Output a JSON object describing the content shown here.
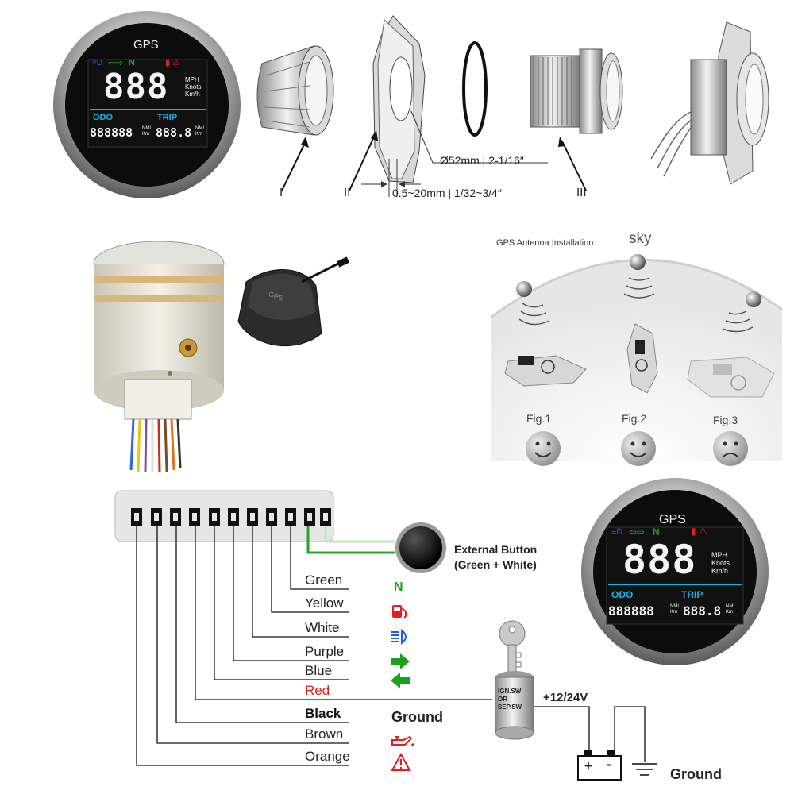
{
  "gauge": {
    "title": "GPS",
    "digits": "888",
    "units": [
      "MPH",
      "Knots",
      "Km/h"
    ],
    "odo_label": "ODO",
    "trip_label": "TRIP",
    "odo_digits": "888888",
    "trip_digits": "888.8",
    "dist_units": [
      "NMI",
      "Km"
    ]
  },
  "mounting": {
    "part_i": "I",
    "part_ii": "II",
    "part_iii": "III",
    "diameter": "Ø52mm | 2-1/16″",
    "thickness": "0.5~20mm | 1/32~3/4″"
  },
  "antenna": {
    "header": "GPS Antenna Installation:",
    "sky": "sky",
    "antenna_label": "GPS",
    "figs": [
      "Fig.1",
      "Fig.2",
      "Fig.3"
    ]
  },
  "button": {
    "line1": "External Button",
    "line2": "(Green + White)"
  },
  "wires": [
    {
      "label": "Green",
      "color": "#222222"
    },
    {
      "label": "Yellow",
      "color": "#222222"
    },
    {
      "label": "White",
      "color": "#222222"
    },
    {
      "label": "Purple",
      "color": "#222222"
    },
    {
      "label": "Blue",
      "color": "#222222"
    },
    {
      "label": "Red",
      "color": "#e02020"
    },
    {
      "label": "Black",
      "color": "#111111"
    },
    {
      "label": "Brown",
      "color": "#222222"
    },
    {
      "label": "Orange",
      "color": "#222222"
    }
  ],
  "black_function": "Ground",
  "switch": {
    "line1": "IGN.SW",
    "line2": "OR",
    "line3": "SEP.SW"
  },
  "voltage": "+12/24V",
  "ground_label": "Ground",
  "battery": {
    "plus": "+",
    "minus": "-"
  },
  "indicator_n": "N",
  "colors": {
    "accent_cyan": "#19b4e6",
    "indicator_green": "#1aa31a",
    "indicator_red": "#e02020",
    "indicator_blue": "#1f5fe0"
  }
}
